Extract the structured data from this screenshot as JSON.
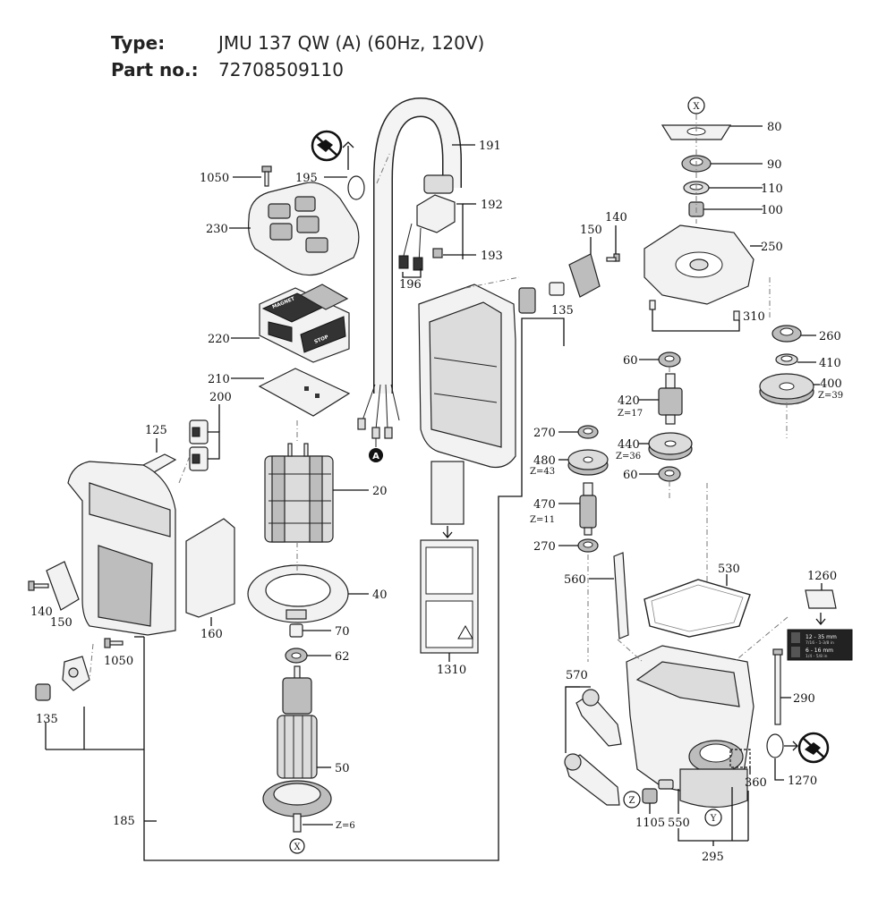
{
  "header": {
    "type_label": "Type:",
    "type_value": "JMU 137 QW (A) (60Hz, 120V)",
    "part_label": "Part no.:",
    "part_value": "72708509110"
  },
  "callouts": {
    "c80": "80",
    "c90": "90",
    "c110": "110",
    "c100": "100",
    "c250": "250",
    "c310": "310",
    "c260": "260",
    "c410": "410",
    "c400": "400",
    "z39": "Z=39",
    "c60a": "60",
    "c420": "420",
    "z17": "Z=17",
    "c440": "440",
    "z36": "Z=36",
    "c60b": "60",
    "c270a": "270",
    "c480": "480",
    "z43": "Z=43",
    "c470": "470",
    "z11": "Z=11",
    "c270b": "270",
    "c191": "191",
    "c192": "192",
    "c193": "193",
    "c196": "196",
    "c195": "195",
    "c150a": "150",
    "c140a": "140",
    "c135a": "135",
    "c1050a": "1050",
    "c230": "230",
    "c220": "220",
    "c210": "210",
    "c200": "200",
    "c125": "125",
    "c20": "20",
    "c40": "40",
    "c70": "70",
    "c62": "62",
    "c50": "50",
    "z6": "Z=6",
    "c140b": "140",
    "c150b": "150",
    "c160": "160",
    "c1050b": "1050",
    "c135b": "135",
    "c185": "185",
    "c1310": "1310",
    "c560": "560",
    "c530": "530",
    "c1260": "1260",
    "c570": "570",
    "c290": "290",
    "c1270": "1270",
    "c360": "360",
    "c1105": "1105",
    "c550": "550",
    "c295": "295"
  },
  "markers": {
    "x_top": "X",
    "x_bottom": "X",
    "y": "Y",
    "z": "Z",
    "a": "A"
  },
  "panel_labels": {
    "magnet": "MAGNET",
    "stop": "STOP"
  },
  "spec_label": {
    "row1_main": "12 - 35 mm",
    "row1_sub": "7/16 - 1-3/8 in",
    "row2_main": "6 - 16 mm",
    "row2_sub": "1/4 - 5/8 in"
  },
  "colors": {
    "ink": "#111111",
    "fill_light": "#f2f2f2",
    "fill_mid": "#dcdcdc",
    "fill_dark": "#bdbdbd"
  }
}
